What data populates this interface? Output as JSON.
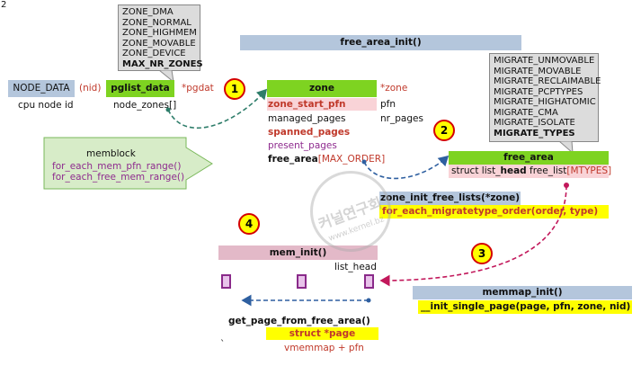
{
  "page_marker": "2",
  "free_area_init": {
    "title": "free_area_init()"
  },
  "zone_types_callout": {
    "items": [
      "ZONE_DMA",
      "ZONE_NORMAL",
      "ZONE_HIGHMEM",
      "ZONE_MOVABLE",
      "ZONE_DEVICE"
    ],
    "last": "MAX_NR_ZONES"
  },
  "node": {
    "node_data": "NODE_DATA",
    "nid": "(nid)",
    "pglist_data": "pglist_data",
    "pgdat": "*pgdat",
    "cpu_node_id": "cpu node id",
    "node_zones": "node_zones[]"
  },
  "zone": {
    "title": "zone",
    "ptr": "*zone",
    "fields": {
      "zone_start_pfn": "zone_start_pfn",
      "managed_pages": "managed_pages",
      "spanned_pages": "spanned_pages",
      "present_pages": "present_pages",
      "free_area_prefix": "free_area",
      "free_area_index": "[MAX_ORDER]"
    },
    "side": {
      "pfn": "pfn",
      "nr_pages": "nr_pages"
    }
  },
  "memblock": {
    "title": "memblock",
    "line1": "for_each_mem_pfn_range()",
    "line2": "for_each_free_mem_range()"
  },
  "migrate_callout": {
    "items": [
      "MIGRATE_UNMOVABLE",
      "MIGRATE_MOVABLE",
      "MIGRATE_RECLAIMABLE",
      "MIGRATE_PCPTYPES",
      "MIGRATE_HIGHATOMIC",
      "MIGRATE_CMA",
      "MIGRATE_ISOLATE"
    ],
    "last": "MIGRATE_TYPES"
  },
  "free_area_struct": {
    "title": "free_area",
    "field_prefix": "struct list_",
    "field_head": "head",
    "field_name": "free_list",
    "field_index": "[MTYPES]"
  },
  "zone_init_free_lists": {
    "title": "zone_init_free_lists(*zone)",
    "loop": "for_each_migratetype_order(order, type)"
  },
  "mem_init": {
    "title": "mem_init()",
    "list_head": "list_head"
  },
  "memmap_init": {
    "title": "memmap_init()",
    "single": "__init_single_page(page, pfn, zone, nid)"
  },
  "get_page": {
    "title": "get_page_from_free_area()",
    "struct_page": "struct *page",
    "vmemmap": "vmemmap + pfn",
    "tick": "`"
  },
  "badges": [
    "1",
    "2",
    "3",
    "4"
  ],
  "watermark": {
    "text": "커널연구회",
    "url": "www.kernel.bz"
  },
  "colors": {
    "blue_header": "#b4c6dc",
    "green_header": "#7ed321",
    "pink_header": "#e3b9c8",
    "pink_row": "#f9d3d7",
    "highlight": "#ffff00",
    "badge_border": "#d40000",
    "arrow_blue": "#2e5fa0",
    "arrow_teal": "#2e7d6a",
    "arrow_red": "#c2185b"
  }
}
